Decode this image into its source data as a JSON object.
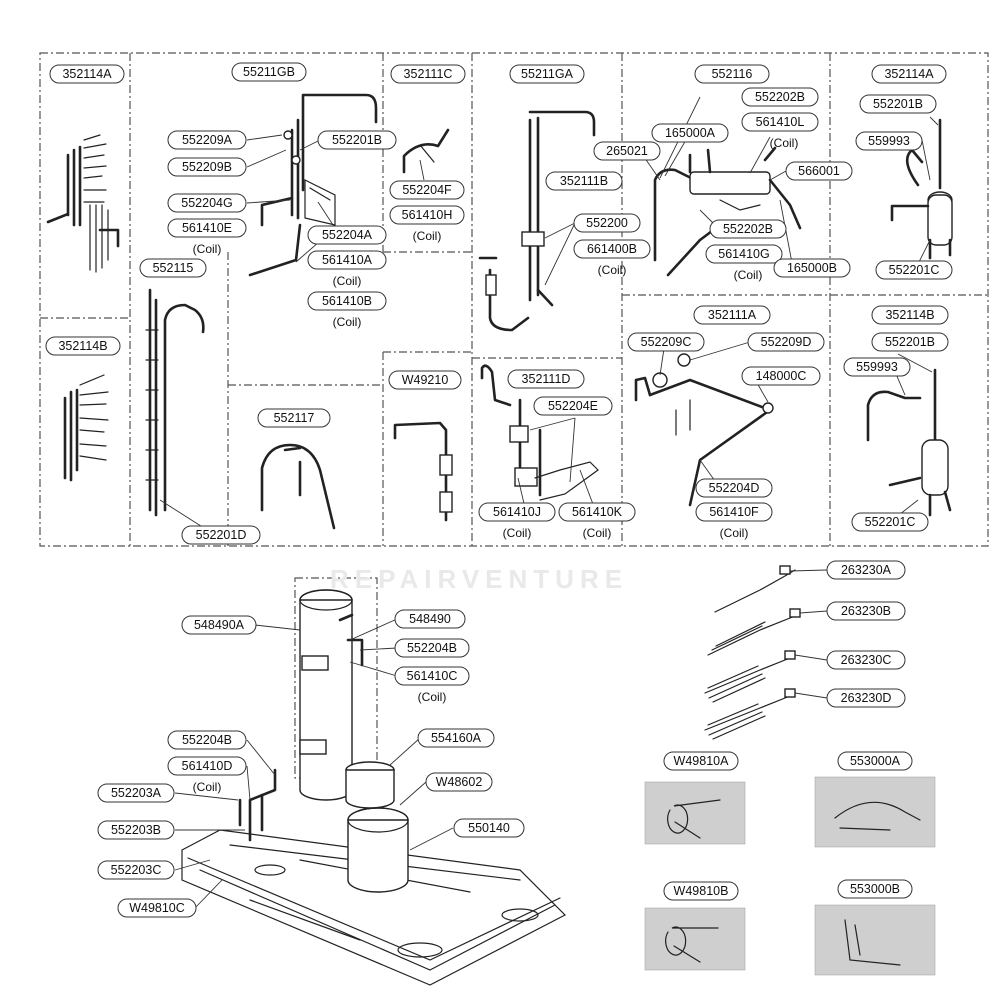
{
  "labels": {
    "l352114A_tl": "352114A",
    "l55211GB": "55211GB",
    "l352111C": "352111C",
    "l55211GA": "55211GA",
    "l552116": "552116",
    "l352114A_tr": "352114A",
    "l552209A": "552209A",
    "l552201B_1": "552201B",
    "l552209B": "552209B",
    "l552204G": "552204G",
    "l561410E": "561410E",
    "l552204F": "552204F",
    "l561410H": "561410H",
    "l552204A": "552204A",
    "l561410A": "561410A",
    "l561410B": "561410B",
    "l552202B_1": "552202B",
    "l165000A": "165000A",
    "l561410L": "561410L",
    "l265021": "265021",
    "l566001": "566001",
    "l352111B": "352111B",
    "l552200": "552200",
    "l661400B": "661400B",
    "l552202B_2": "552202B",
    "l561410G": "561410G",
    "l165000B": "165000B",
    "l552201B_2": "552201B",
    "l559993_1": "559993",
    "l552201C_1": "552201C",
    "l552115": "552115",
    "l352114B_l": "352114B",
    "l352111A": "352111A",
    "l352114B_r": "352114B",
    "l552209C": "552209C",
    "l552209D": "552209D",
    "l552201B_3": "552201B",
    "l559993_2": "559993",
    "lW49210": "W49210",
    "l352111D": "352111D",
    "l148000C": "148000C",
    "l552117": "552117",
    "l552204E": "552204E",
    "l552204D": "552204D",
    "l561410F": "561410F",
    "l561410J": "561410J",
    "l561410K": "561410K",
    "l552201C_2": "552201C",
    "l552201D": "552201D",
    "l548490A": "548490A",
    "l548490": "548490",
    "l552204B_1": "552204B",
    "l561410C": "561410C",
    "l263230A": "263230A",
    "l263230B": "263230B",
    "l263230C": "263230C",
    "l263230D": "263230D",
    "l554160A": "554160A",
    "l552204B_2": "552204B",
    "l561410D": "561410D",
    "lW48602": "W48602",
    "l552203A": "552203A",
    "l550140": "550140",
    "l552203B": "552203B",
    "l552203C": "552203C",
    "lW49810C": "W49810C",
    "lW49810A": "W49810A",
    "l553000A": "553000A",
    "lW49810B": "W49810B",
    "l553000B": "553000B"
  },
  "coil_note": "(Coil)",
  "watermark": "REPAIRVENTURE",
  "colors": {
    "line": "#222222",
    "box": "#555555",
    "photo": "#cfcfcf"
  }
}
